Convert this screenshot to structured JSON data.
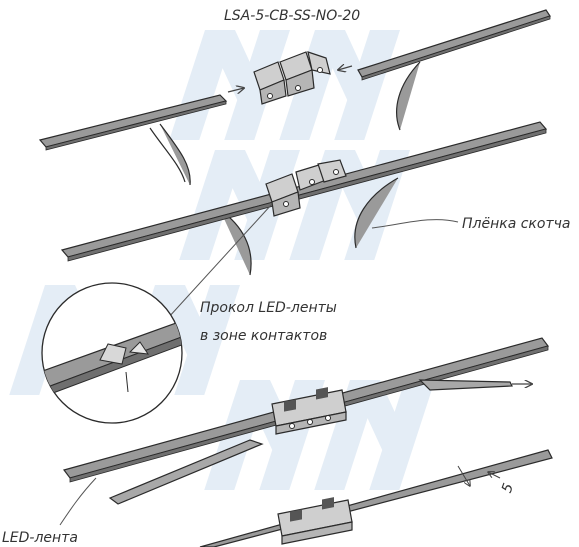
{
  "labels": {
    "part_number": "LSA-5-CB-SS-NO-20",
    "tape_film": "Плёнка скотча",
    "piercing_line1": "Прокол LED-ленты",
    "piercing_line2": "в зоне контактов",
    "led_strip": "LED-лента",
    "dimension": "5"
  },
  "watermark": "MM",
  "colors": {
    "strip_top": "#9a9a9a",
    "strip_side": "#6f6f6f",
    "outline": "#2b2b2b",
    "connector": "#cfcfcf",
    "watermark": "#dbe7f3",
    "text": "#333333"
  }
}
